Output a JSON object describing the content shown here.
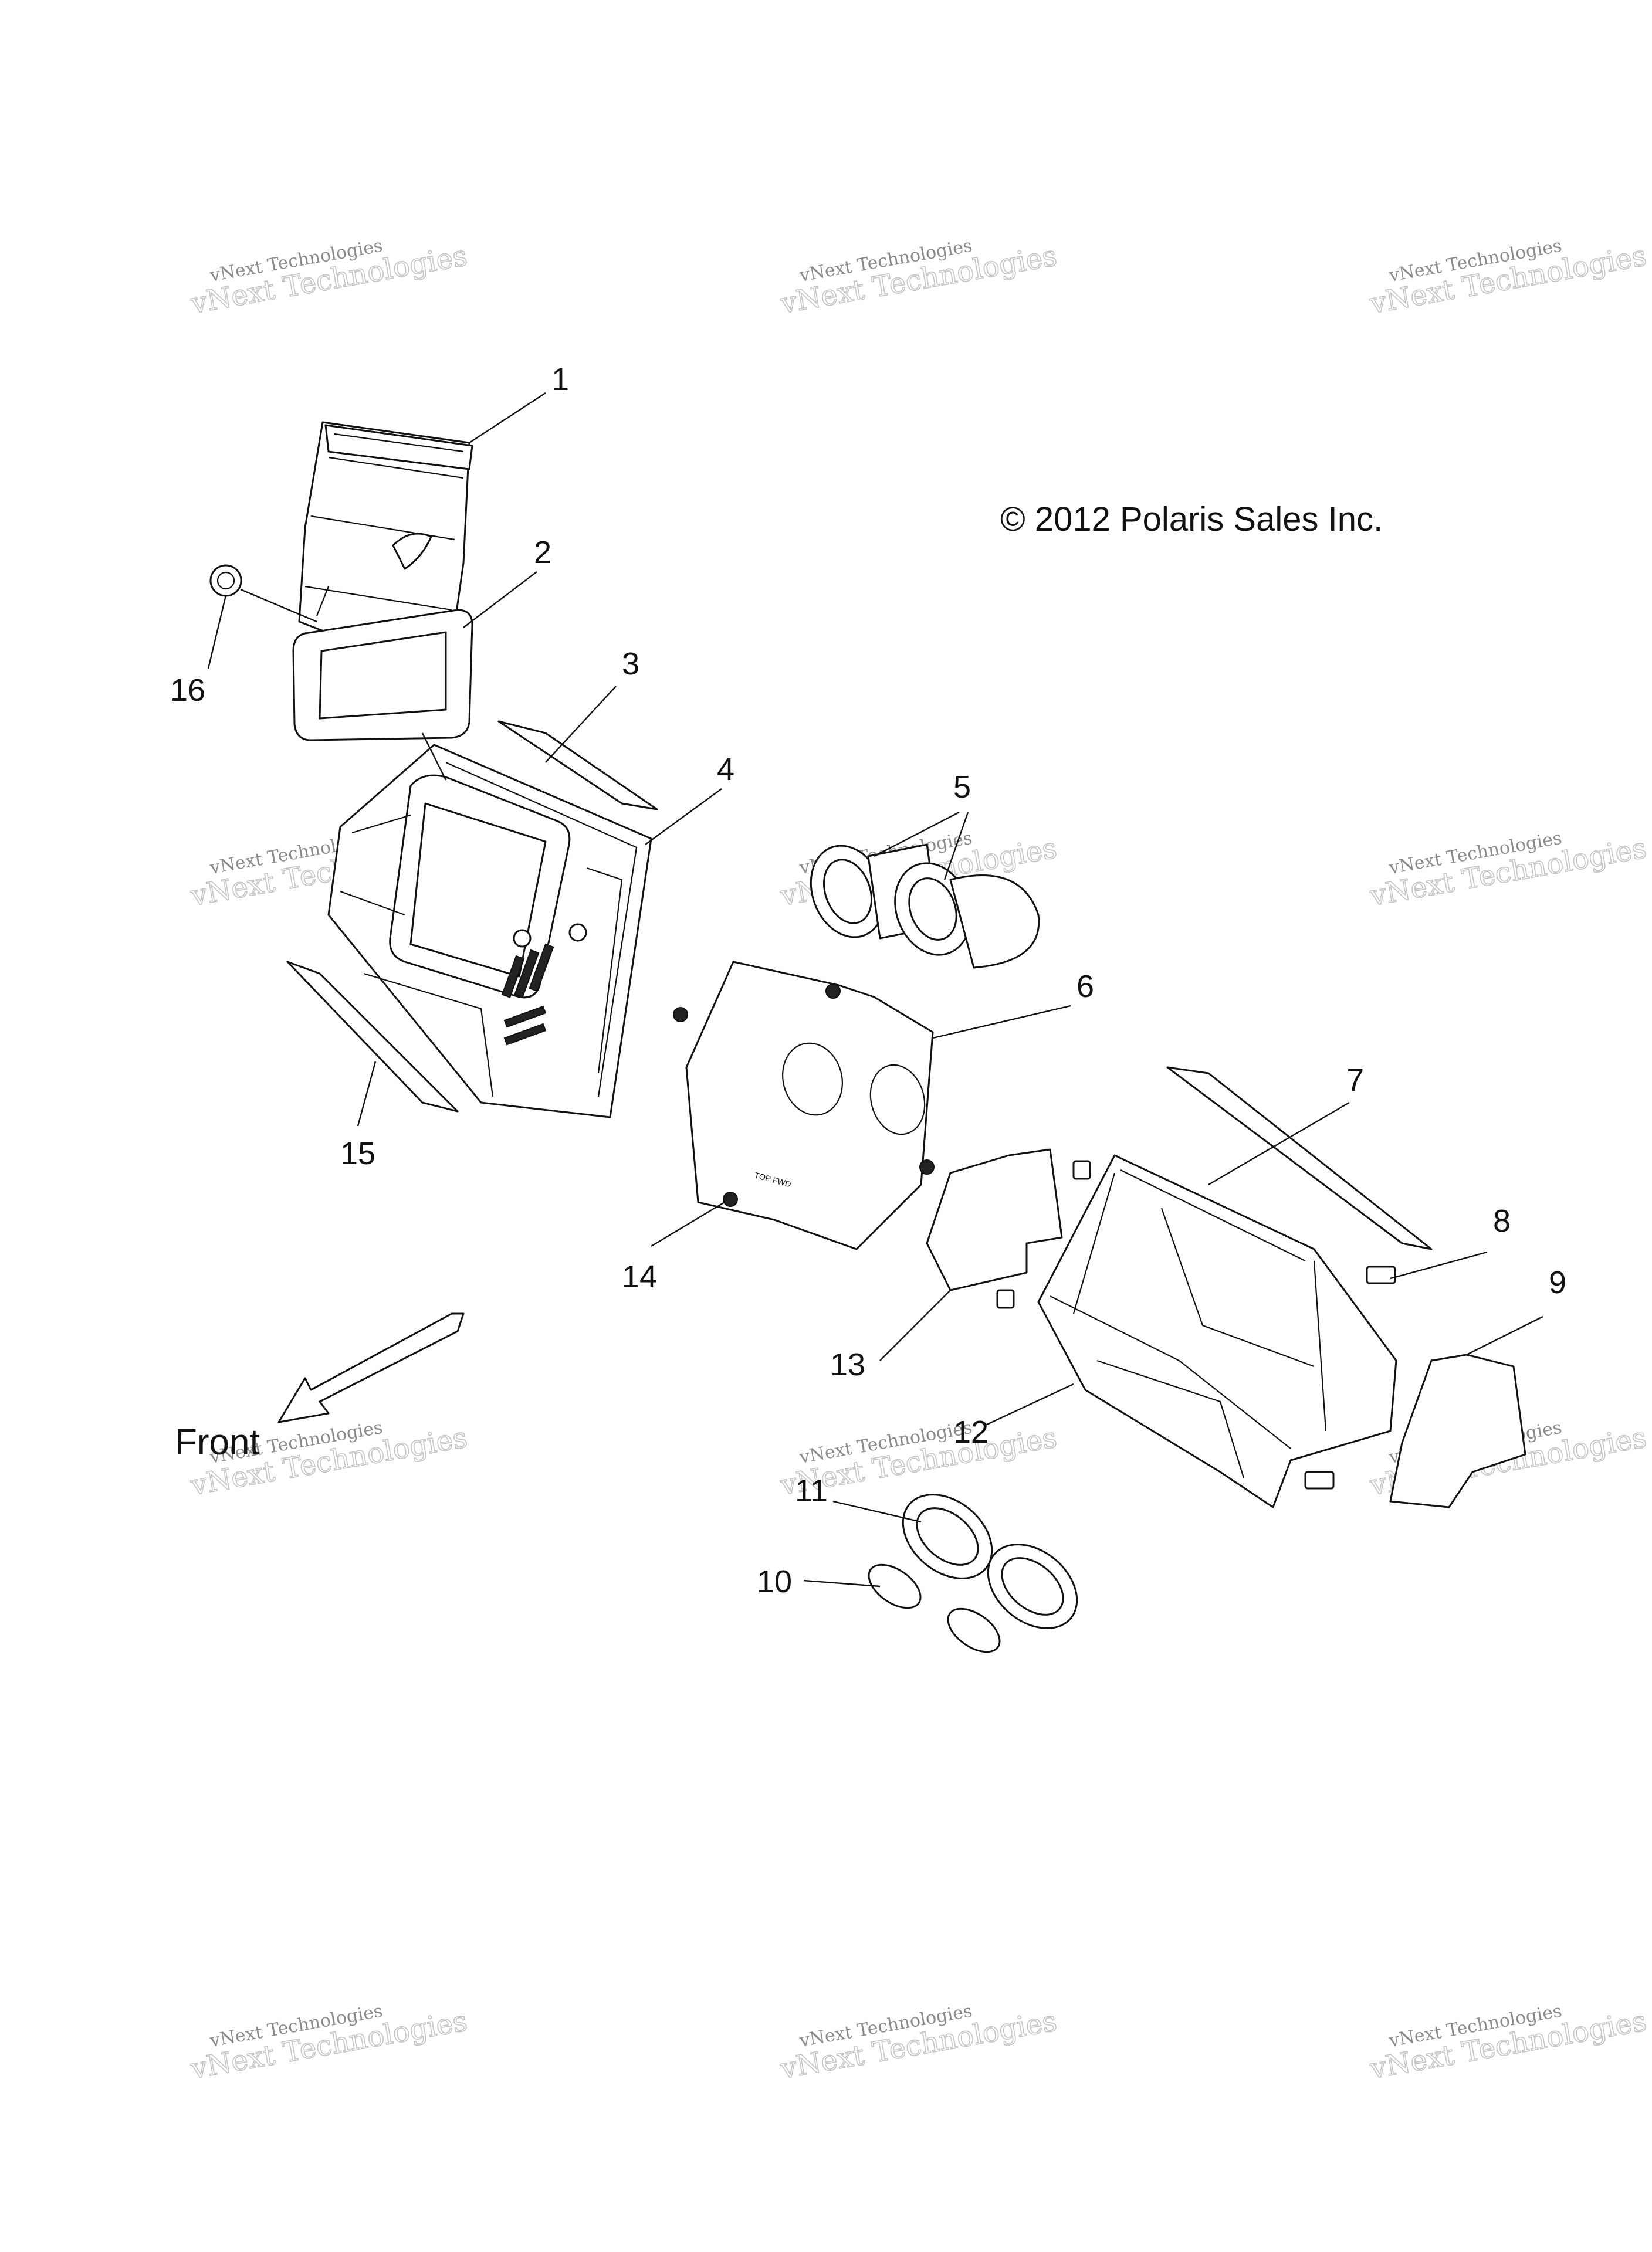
{
  "copyright": "© 2012 Polaris Sales Inc.",
  "front_label": "Front",
  "watermark": {
    "line1": "vNext Technologies",
    "line2": "vNext Technologies"
  },
  "callouts": {
    "c1": "1",
    "c2": "2",
    "c3": "3",
    "c4": "4",
    "c5": "5",
    "c6": "6",
    "c7": "7",
    "c8": "8",
    "c9": "9",
    "c10": "10",
    "c11": "11",
    "c12": "12",
    "c13": "13",
    "c14": "14",
    "c15": "15",
    "c16": "16"
  },
  "plate_marking": "TOP FWD"
}
